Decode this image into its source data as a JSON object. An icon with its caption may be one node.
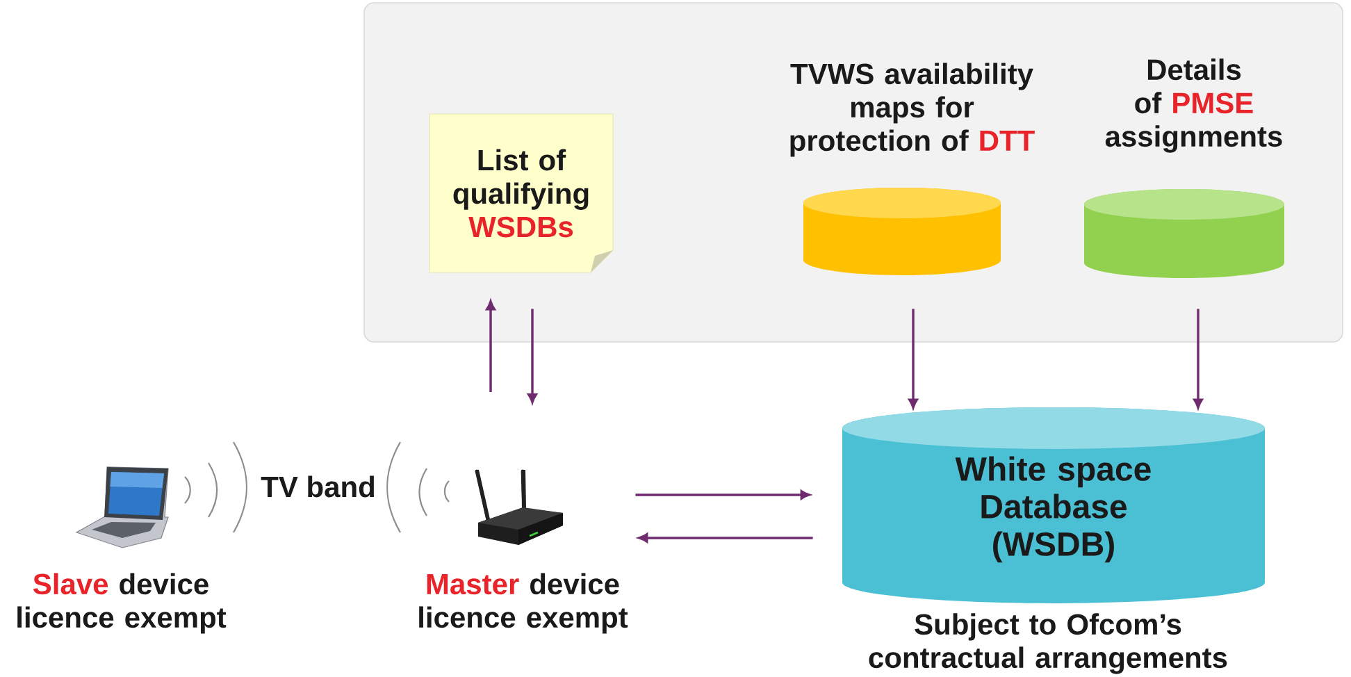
{
  "diagram": {
    "nodes": [
      {
        "text": [],
        "shape": "box"
      },
      {
        "text": [
          "List of qualifying **WSDBs**"
        ],
        "in": 0
      },
      {
        "text": [
          "TVWS availability maps for protection of **DTT**"
        ],
        "in": 0
      },
      {
        "text": [
          "Details of **PMSE** assignments"
        ],
        "in": 0
      },
      {
        "text": [
          "**Slave** device licence exempt"
        ]
      },
      {
        "text": [
          "**Master** device licence exempt"
        ]
      },
      {
        "text": [
          "White space Database (WSDB)"
        ],
        "beside": [
          "Subject to Ofcom’s contractual arrangements"
        ]
      }
    ],
    "edges": [
      {
        "from": 5,
        "to": 1,
        "arrow": "to"
      },
      {
        "from": 1,
        "to": 5,
        "arrow": "to"
      },
      {
        "from": 2,
        "to": 6,
        "arrow": "to"
      },
      {
        "from": 3,
        "to": 6,
        "arrow": "to"
      },
      {
        "from": 5,
        "to": 6,
        "arrow": "to"
      },
      {
        "from": 6,
        "to": 5,
        "arrow": "to"
      }
    ],
    "labels": [
      "TV band"
    ]
  }
}
